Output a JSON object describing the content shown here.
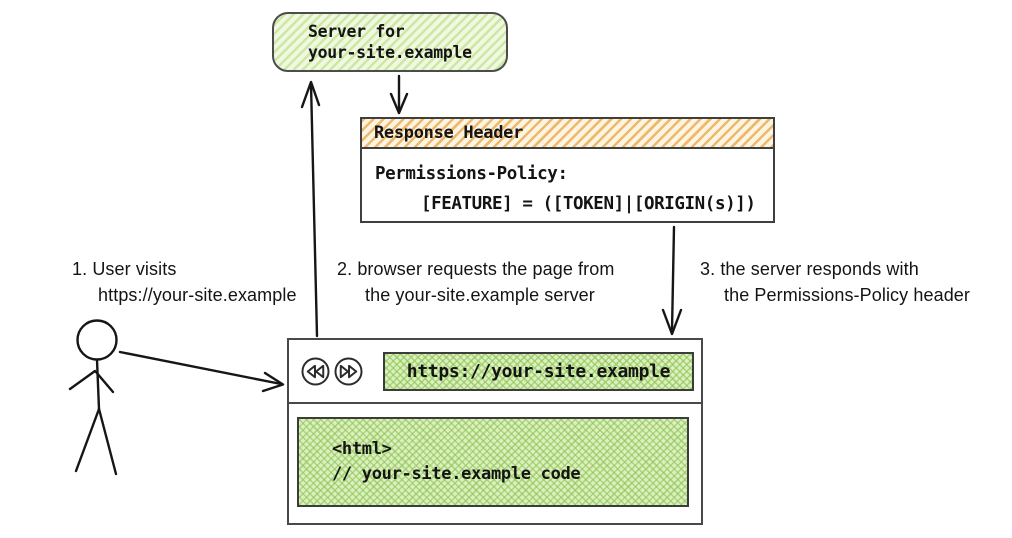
{
  "diagram": {
    "server_box": {
      "line1": "Server for",
      "line2": "your-site.example"
    },
    "response_header": {
      "title": "Response Header",
      "body_line1": "Permissions-Policy:",
      "body_line2": "[FEATURE] = ([TOKEN]|[ORIGIN(s)])"
    },
    "steps": [
      {
        "line1": "1. User visits",
        "line2": "https://your-site.example"
      },
      {
        "line1": "2. browser requests the page from",
        "line2": "the your-site.example server"
      },
      {
        "line1": "3. the server responds with",
        "line2": "the Permissions-Policy header"
      }
    ],
    "browser": {
      "url": "https://your-site.example",
      "content_line1": "<html>",
      "content_line2": "// your-site.example code",
      "icons": {
        "back": "rewind-icon",
        "forward": "fast-forward-icon"
      }
    },
    "colors": {
      "green_stripe": "#cde8a3",
      "green_hatch": "#8bc454",
      "green_fill": "#dcefbe",
      "orange_stripe": "#edb96d",
      "orange_fill": "#fdf5e2",
      "ink": "#1a1a1a"
    }
  }
}
